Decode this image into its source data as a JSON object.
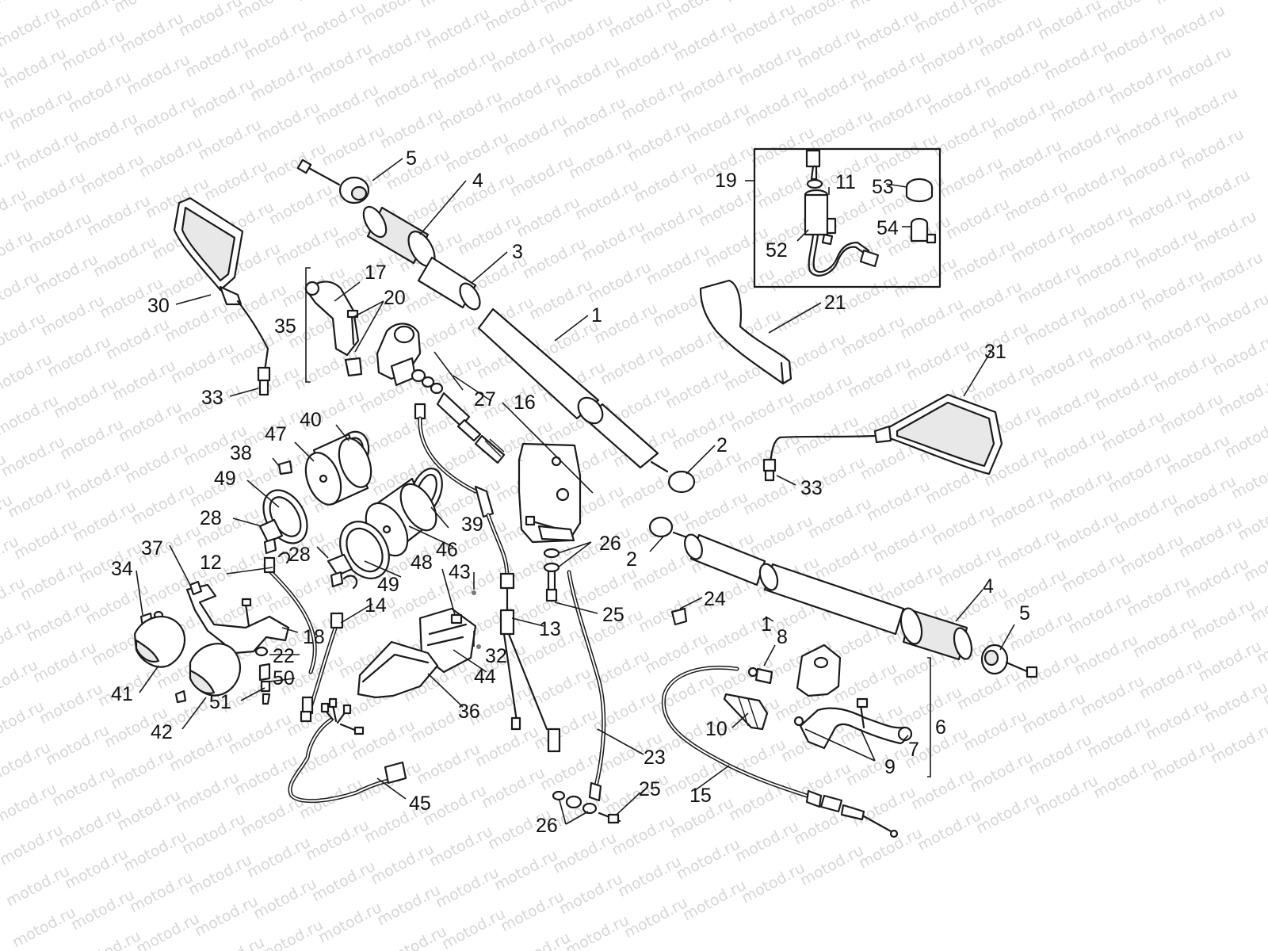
{
  "watermark": {
    "text": "motod.ru"
  },
  "labels": {
    "l1a": "1",
    "l1b": "1",
    "l2a": "2",
    "l2b": "2",
    "l3": "3",
    "l4a": "4",
    "l4b": "4",
    "l5a": "5",
    "l5b": "5",
    "l6": "6",
    "l7": "7",
    "l8": "8",
    "l9": "9",
    "l10": "10",
    "l11": "11",
    "l12": "12",
    "l13": "13",
    "l14": "14",
    "l15": "15",
    "l16": "16",
    "l17": "17",
    "l18": "18",
    "l19": "19",
    "l20": "20",
    "l21": "21",
    "l22": "22",
    "l23": "23",
    "l24": "24",
    "l25a": "25",
    "l25b": "25",
    "l26a": "26",
    "l26b": "26",
    "l27": "27",
    "l28a": "28",
    "l28b": "28",
    "l30": "30",
    "l31": "31",
    "l32": "32",
    "l33a": "33",
    "l33b": "33",
    "l34": "34",
    "l35": "35",
    "l36": "36",
    "l37": "37",
    "l38": "38",
    "l39": "39",
    "l40": "40",
    "l41": "41",
    "l42": "42",
    "l43": "43",
    "l44": "44",
    "l45": "45",
    "l46": "46",
    "l47": "47",
    "l48": "48",
    "l49a": "49",
    "l49b": "49",
    "l50": "50",
    "l51": "51",
    "l52": "52",
    "l53": "53",
    "l54": "54"
  }
}
